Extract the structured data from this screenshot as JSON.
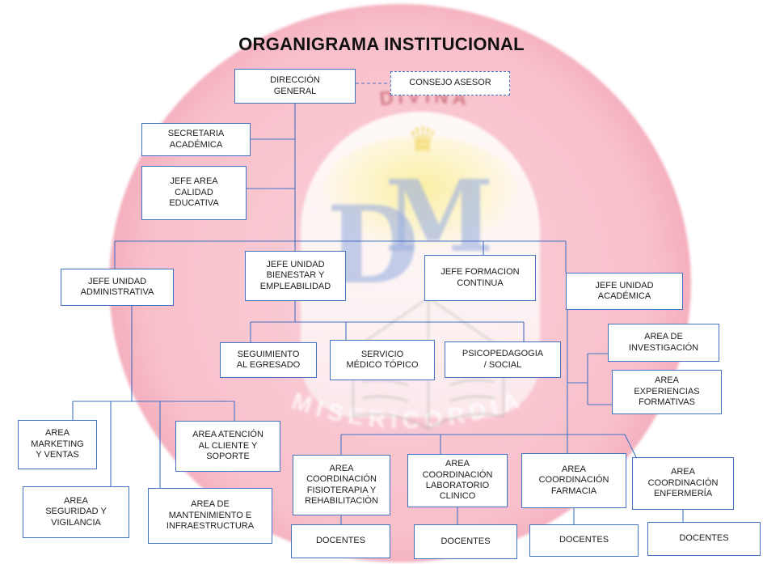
{
  "title": "ORGANIGRAMA INSTITUCIONAL",
  "palette": {
    "connector_line": "#4472C4",
    "box_border": "#4472C4",
    "box_background": "#FFFFFF",
    "box_text": "#1C1C1E",
    "title_text": "#111111",
    "seal_pink": "#F8C5CE",
    "seal_rim_red": "#E96D85",
    "seal_initials_blue": "#9FB2E0",
    "seal_gold": "#F0D458"
  },
  "watermark": {
    "initial_d": "D",
    "initial_m": "M",
    "ring_text_top": "DIVINA",
    "ring_text_bottom": "MISERICORDIA",
    "crown_icon": "♛"
  },
  "nodes": [
    {
      "id": "direccion-general",
      "label": "DIRECCIÓN\nGENERAL",
      "border": "solid"
    },
    {
      "id": "consejo-asesor",
      "label": "CONSEJO ASESOR",
      "border": "dashed"
    },
    {
      "id": "secretaria-academica",
      "label": "SECRETARIA\nACADÉMICA",
      "border": "solid"
    },
    {
      "id": "jefe-area-calidad-educativa",
      "label": "JEFE AREA\nCALIDAD\nEDUCATIVA",
      "border": "solid"
    },
    {
      "id": "jefe-unidad-administrativa",
      "label": "JEFE UNIDAD\nADMINISTRATIVA",
      "border": "solid"
    },
    {
      "id": "jefe-unidad-bienestar-empleabilidad",
      "label": "JEFE UNIDAD\nBIENESTAR Y\nEMPLEABILIDAD",
      "border": "solid"
    },
    {
      "id": "jefe-formacion-continua",
      "label": "JEFE FORMACION\nCONTINUA",
      "border": "solid"
    },
    {
      "id": "jefe-unidad-academica",
      "label": "JEFE UNIDAD\nACADÉMICA",
      "border": "solid"
    },
    {
      "id": "seguimiento-al-egresado",
      "label": "SEGUIMIENTO\nAL EGRESADO",
      "border": "solid"
    },
    {
      "id": "servicio-medico-topico",
      "label": "SERVICIO\nMÉDICO TÓPICO",
      "border": "solid"
    },
    {
      "id": "psicopedagogia-social",
      "label": "PSICOPEDAGOGIA\n/ SOCIAL",
      "border": "solid"
    },
    {
      "id": "area-investigacion",
      "label": "AREA DE\nINVESTIGACIÓN",
      "border": "solid"
    },
    {
      "id": "area-experiencias-formativas",
      "label": "AREA\nEXPERIENCIAS\nFORMATIVAS",
      "border": "solid"
    },
    {
      "id": "area-marketing-ventas",
      "label": "AREA\nMARKETING\nY VENTAS",
      "border": "solid"
    },
    {
      "id": "area-atencion-cliente-soporte",
      "label": "AREA ATENCIÓN\nAL CLIENTE Y\nSOPORTE",
      "border": "solid"
    },
    {
      "id": "area-seguridad-vigilancia",
      "label": "AREA\nSEGURIDAD Y\nVIGILANCIA",
      "border": "solid"
    },
    {
      "id": "area-mantenimiento-infraestructura",
      "label": "AREA DE\nMANTENIMIENTO E\nINFRAESTRUCTURA",
      "border": "solid"
    },
    {
      "id": "area-coordinacion-fisioterapia-rehabilitacion",
      "label": "AREA\nCOORDINACIÓN\nFISIOTERAPIA Y\nREHABILITACIÒN",
      "border": "solid"
    },
    {
      "id": "area-coordinacion-laboratorio-clinico",
      "label": "AREA\nCOORDINACIÓN\nLABORATORIO\nCLINICO",
      "border": "solid"
    },
    {
      "id": "area-coordinacion-farmacia",
      "label": "AREA\nCOORDINACIÓN\nFARMACIA",
      "border": "solid"
    },
    {
      "id": "area-coordinacion-enfermeria",
      "label": "AREA\nCOORDINACIÓN\nENFERMERÍA",
      "border": "solid"
    },
    {
      "id": "docentes-fisioterapia",
      "label": "DOCENTES",
      "border": "solid"
    },
    {
      "id": "docentes-laboratorio",
      "label": "DOCENTES",
      "border": "solid"
    },
    {
      "id": "docentes-farmacia",
      "label": "DOCENTES",
      "border": "solid"
    },
    {
      "id": "docentes-enfermeria",
      "label": "DOCENTES",
      "border": "solid"
    }
  ]
}
